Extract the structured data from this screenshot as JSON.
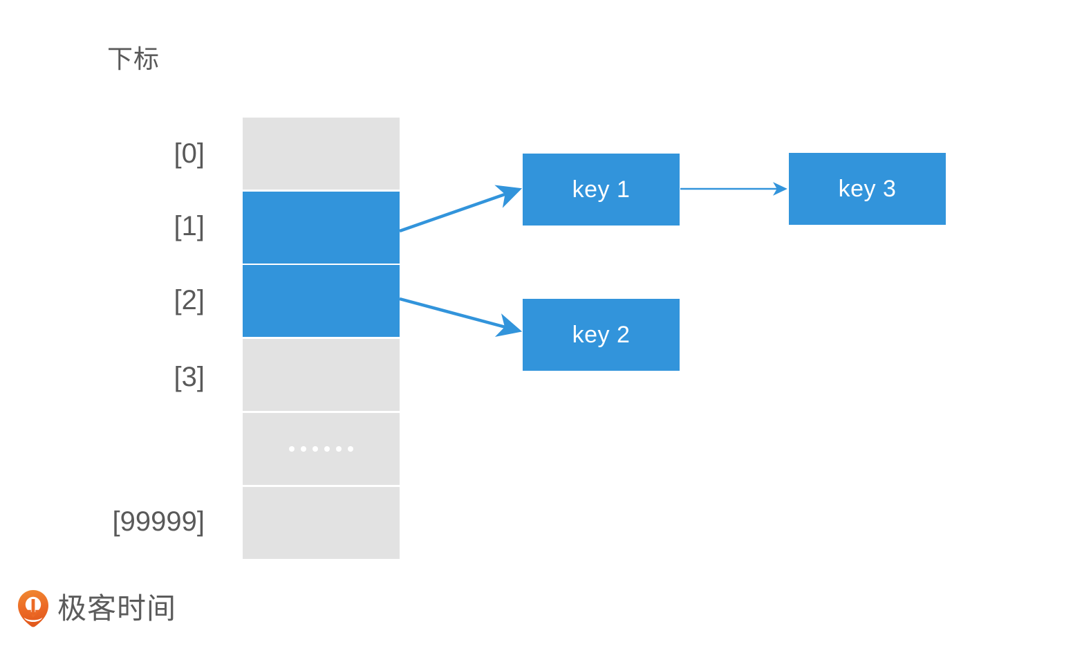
{
  "diagram": {
    "heading": "下标",
    "array": {
      "cells": [
        {
          "index_label": "[0]",
          "state": "empty",
          "content": ""
        },
        {
          "index_label": "[1]",
          "state": "filled",
          "content": ""
        },
        {
          "index_label": "[2]",
          "state": "filled",
          "content": ""
        },
        {
          "index_label": "[3]",
          "state": "empty",
          "content": ""
        },
        {
          "index_label": "",
          "state": "empty",
          "content": "······"
        },
        {
          "index_label": "[99999]",
          "state": "empty",
          "content": ""
        }
      ]
    },
    "nodes": [
      {
        "id": "key1",
        "label": "key 1"
      },
      {
        "id": "key3",
        "label": "key 3"
      },
      {
        "id": "key2",
        "label": "key 2"
      }
    ],
    "links": [
      {
        "from": "cell-1",
        "to": "key1"
      },
      {
        "from": "key1",
        "to": "key3"
      },
      {
        "from": "cell-2",
        "to": "key2"
      }
    ],
    "colors": {
      "filled": "#3294db",
      "empty": "#e2e2e2",
      "arrow": "#3294db",
      "text": "#595959",
      "node_text": "#ffffff",
      "brand_orange": "#ec6a26",
      "brand_text": "#5b5b5b",
      "background": "#ffffff"
    }
  },
  "brand": {
    "name": "极客时间",
    "mark": "geektime-pin-icon"
  }
}
